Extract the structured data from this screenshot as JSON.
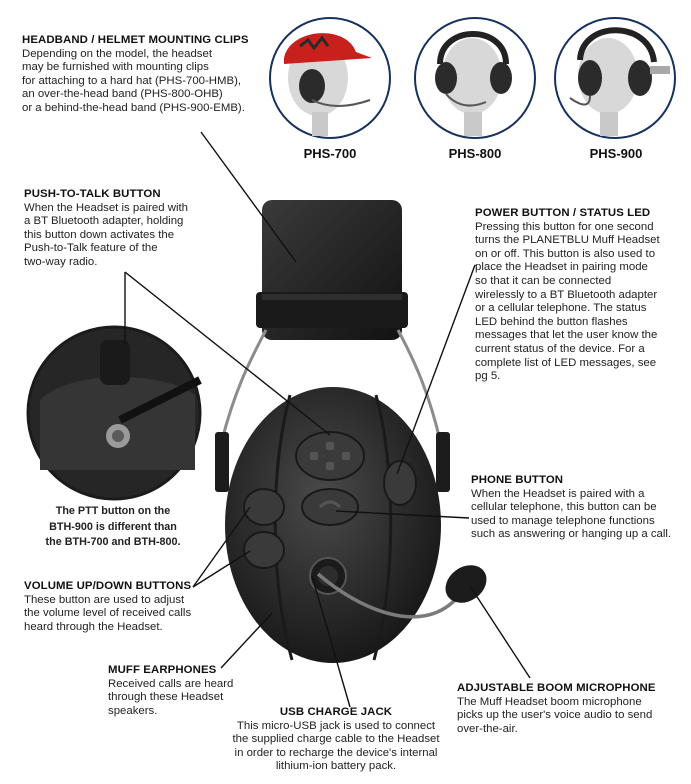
{
  "headband": {
    "title": "HEADBAND / HELMET MOUNTING CLIPS",
    "lines": [
      "Depending on the model, the headset",
      "may be furnished with mounting clips",
      "for attaching to a hard hat (PHS-700-HMB),",
      "an over-the-head band (PHS-800-OHB)",
      "or a behind-the-head band (PHS-900-EMB)."
    ]
  },
  "models": [
    {
      "label": "PHS-700"
    },
    {
      "label": "PHS-800"
    },
    {
      "label": "PHS-900"
    }
  ],
  "ptt": {
    "title": "PUSH-TO-TALK BUTTON",
    "lines": [
      "When the Headset is paired with",
      "a BT Bluetooth adapter, holding",
      "this button down activates the",
      "Push-to-Talk feature of the",
      "two-way radio."
    ]
  },
  "ptt_note": {
    "lines": [
      "The PTT button on the",
      "BTH-900 is different than",
      "the BTH-700 and BTH-800."
    ]
  },
  "power": {
    "title": "POWER BUTTON / STATUS LED",
    "lines": [
      "Pressing this button for one second",
      "turns the PLANETBLU Muff Headset",
      "on or off. This button is also used to",
      "place the Headset in pairing mode",
      "so that it can be connected",
      "wirelessly to a BT Bluetooth adapter",
      "or a cellular telephone. The status",
      "LED behind the button flashes",
      "messages that let the user know the",
      "current status of the device. For a",
      "complete list of LED messages, see",
      "pg 5."
    ]
  },
  "phone": {
    "title": "PHONE BUTTON",
    "lines": [
      "When the Headset is paired with a",
      "cellular telephone, this button can be",
      "used to manage telephone functions",
      "such as answering or hanging up a call."
    ]
  },
  "volume": {
    "title": "VOLUME UP/DOWN BUTTONS",
    "lines": [
      "These button are used to adjust",
      "the volume level of received calls",
      "heard through the Headset."
    ]
  },
  "muff": {
    "title": "MUFF EARPHONES",
    "lines": [
      "Received calls are heard",
      "through these Headset",
      "speakers."
    ]
  },
  "usb": {
    "title": "USB CHARGE JACK",
    "lines": [
      "This micro-USB jack is used to connect",
      "the supplied charge cable to the Headset",
      "in order to recharge the device's internal",
      "lithium-ion battery pack."
    ]
  },
  "boom": {
    "title": "ADJUSTABLE BOOM MICROPHONE",
    "lines": [
      "The Muff Headset boom microphone",
      "picks up the user's voice audio to send",
      "over-the-air."
    ]
  },
  "colors": {
    "circle_border": "#16315f",
    "headset_body": "#2b2b2b",
    "hardhat_red": "#c8201c"
  }
}
